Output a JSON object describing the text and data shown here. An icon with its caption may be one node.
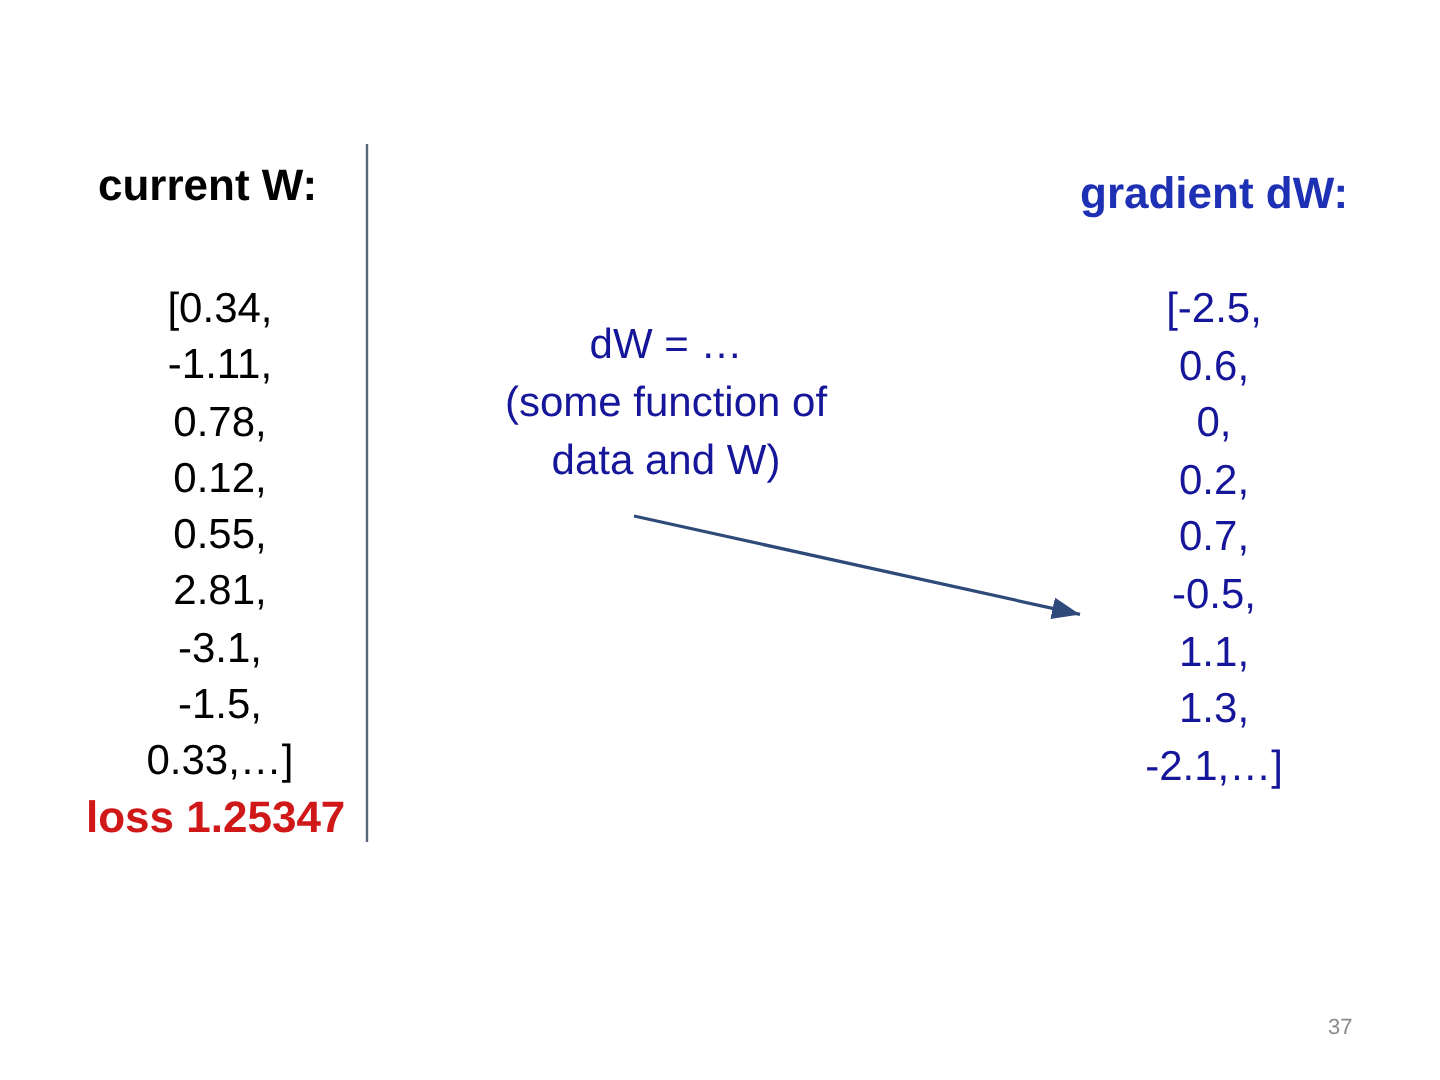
{
  "diagram": {
    "nodes": [
      {
        "text": [
          "dW = …",
          "(some function of data and W)"
        ]
      },
      {
        "text": [
          "gradient dW:",
          "[-2.5, 0.6, 0, 0.2, 0.7, -0.5, 1.1, 1.3, -2.1,…]"
        ]
      }
    ],
    "edges": [
      {
        "from": 0,
        "to": 1,
        "arrow": "to"
      }
    ],
    "labels": [
      "current W:",
      "[0.34, -1.11, 0.78, 0.12, 0.55, 2.81, -3.1, -1.5, 0.33,…]",
      "loss 1.25347",
      "37"
    ]
  }
}
